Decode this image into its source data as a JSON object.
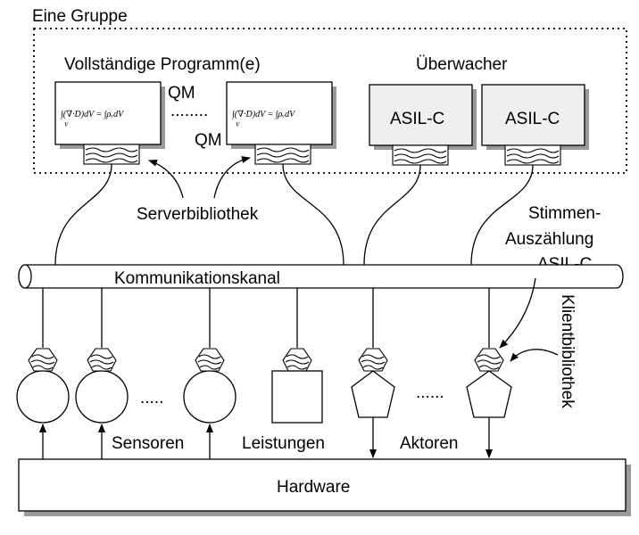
{
  "group_label": "Eine Gruppe",
  "programs_label": "Vollständige Programm(e)",
  "monitor_label": "Überwacher",
  "qm_top": "QM",
  "qm_bottom": "QM",
  "program_dots": "........",
  "formula_left": "∫(∇·D)dV = ∫ρᵥdV",
  "formula_sub": "V",
  "asil_box_1": "ASIL-C",
  "asil_box_2": "ASIL-C",
  "server_library": "Serverbibliothek",
  "voting": [
    "Stimmen-",
    "Auszählung",
    "ASIL-C"
  ],
  "channel": "Kommunikationskanal",
  "client_library": "Klientbibliothek",
  "sensor_dots": ".....",
  "actor_dots": "......",
  "sensors": "Sensoren",
  "services": "Leistungen",
  "actuators": "Aktoren",
  "hardware": "Hardware"
}
